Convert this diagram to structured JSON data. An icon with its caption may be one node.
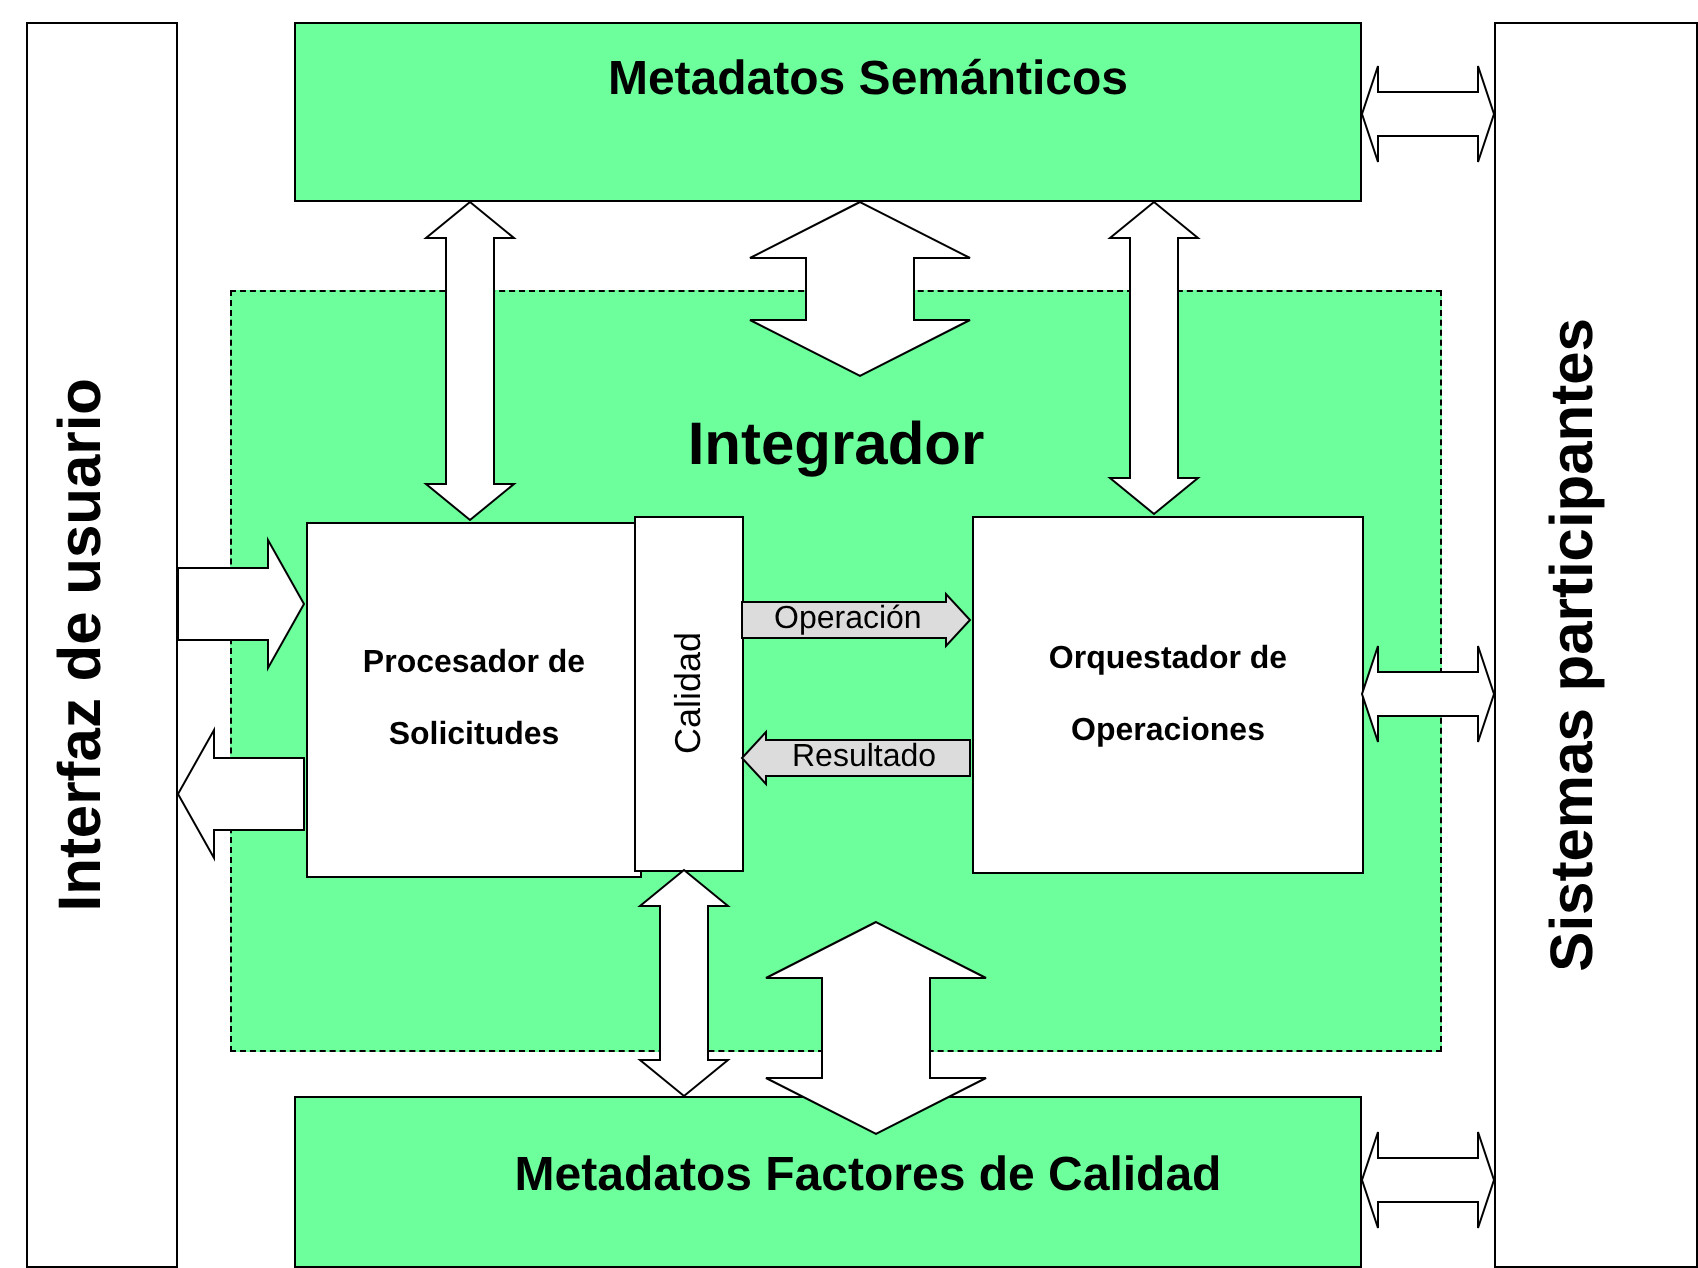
{
  "diagram": {
    "nodes": [
      {
        "text": [
          "Interfaz de usuario"
        ]
      },
      {
        "text": [
          "Metadatos Semánticos"
        ]
      },
      {
        "text": [
          "Sistemas participantes"
        ]
      },
      {
        "text": [
          "Integrador"
        ]
      },
      {
        "text": [
          "Procesador de Solicitudes"
        ],
        "in": 3
      },
      {
        "text": [
          "Calidad"
        ],
        "in": 3
      },
      {
        "text": [
          "Orquestador de Operaciones"
        ],
        "in": 3
      },
      {
        "text": [
          "Metadatos Factores de Calidad"
        ]
      }
    ],
    "edges": [
      {
        "from": 1,
        "to": 4,
        "arrow": "both"
      },
      {
        "from": 1,
        "to": 3,
        "arrow": "both",
        "style": "thick"
      },
      {
        "from": 1,
        "to": 6,
        "arrow": "both"
      },
      {
        "from": 1,
        "to": 2,
        "arrow": "both"
      },
      {
        "from": 0,
        "to": 4,
        "arrow": "to"
      },
      {
        "from": 4,
        "to": 0,
        "arrow": "to"
      },
      {
        "from": 5,
        "to": 6,
        "arrow": "to",
        "label": "Operación"
      },
      {
        "from": 6,
        "to": 5,
        "arrow": "to",
        "label": "Resultado"
      },
      {
        "from": 6,
        "to": 2,
        "arrow": "both"
      },
      {
        "from": 5,
        "to": 7,
        "arrow": "both"
      },
      {
        "from": 3,
        "to": 7,
        "arrow": "both",
        "style": "thick"
      },
      {
        "from": 7,
        "to": 2,
        "arrow": "both"
      }
    ]
  }
}
